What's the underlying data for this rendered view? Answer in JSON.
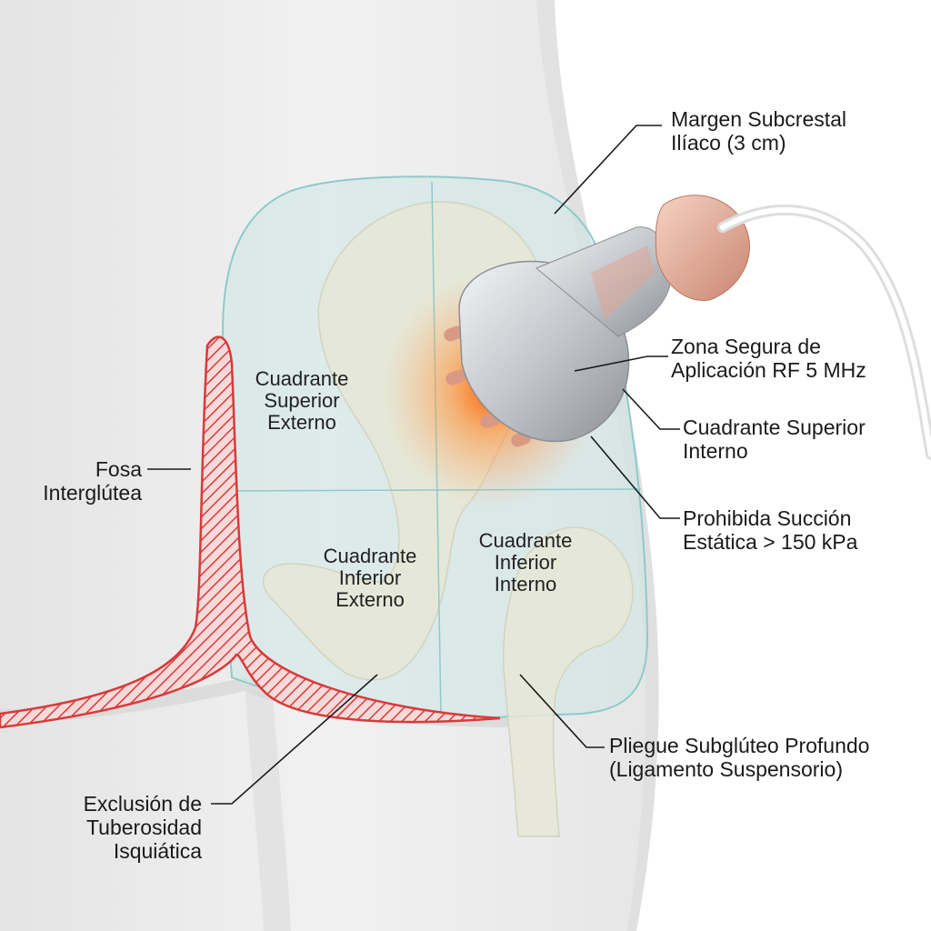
{
  "labels": {
    "margin_subcrestal": [
      "Margen Subcrestal",
      "Ilíaco (3 cm)"
    ],
    "safe_zone": [
      "Zona Segura de",
      "Aplicación RF 5 MHz"
    ],
    "quad_sup_int": [
      "Cuadrante Superior",
      "Interno"
    ],
    "suction": [
      "Prohibida Succión",
      "Estática > 150 kPa"
    ],
    "fold": [
      "Pliegue Subglúteo Profundo",
      "(Ligamento Suspensorio)"
    ],
    "tuberosity": [
      "Exclusión de",
      "Tuberosidad",
      "Isquiática"
    ],
    "fossa": [
      "Fosa",
      "Interglútea"
    ],
    "quad_sup_ext": [
      "Cuadrante",
      "Superior",
      "Externo"
    ],
    "quad_inf_ext": [
      "Cuadrante",
      "Inferior",
      "Externo"
    ],
    "quad_inf_int": [
      "Cuadrante",
      "Inferior",
      "Interno"
    ]
  },
  "colors": {
    "skin": "#eeeeee",
    "zone_fill": "#cde6e6",
    "zone_stroke": "#8fcaca",
    "bone": "#e6e8d6",
    "exclusion_red": "#d93a3a",
    "heat": "#ff7a1a",
    "device_silver": "#b9bcc2",
    "device_copper": "#e2a48f"
  },
  "icons": {
    "device": "rf-handpiece-icon",
    "bone": "pelvis-femur-illustration"
  }
}
